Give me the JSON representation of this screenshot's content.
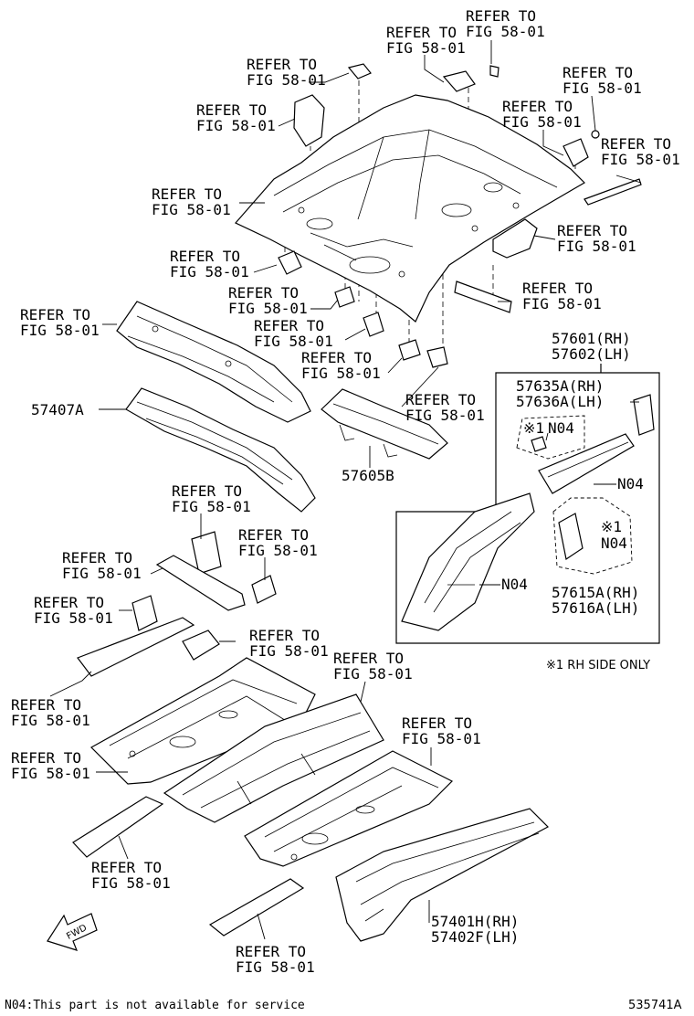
{
  "refer": {
    "line1": "REFER TO",
    "line2": "FIG 58-01"
  },
  "parts": {
    "p57407A": "57407A",
    "p57605B": "57605B",
    "p57601": "57601(RH)",
    "p57602": "57602(LH)",
    "p57635A": "57635A(RH)",
    "p57636A": "57636A(LH)",
    "p57615A": "57615A(RH)",
    "p57616A": "57616A(LH)",
    "p57401H": "57401H(RH)",
    "p57402F": "57402F(LH)",
    "n04": "N04",
    "mark": "※1"
  },
  "notes": {
    "rh_only": "※1 RH SIDE ONLY",
    "footer": "N04:This part is not available for service",
    "diagram_id": "535741A",
    "fwd": "FWD"
  }
}
